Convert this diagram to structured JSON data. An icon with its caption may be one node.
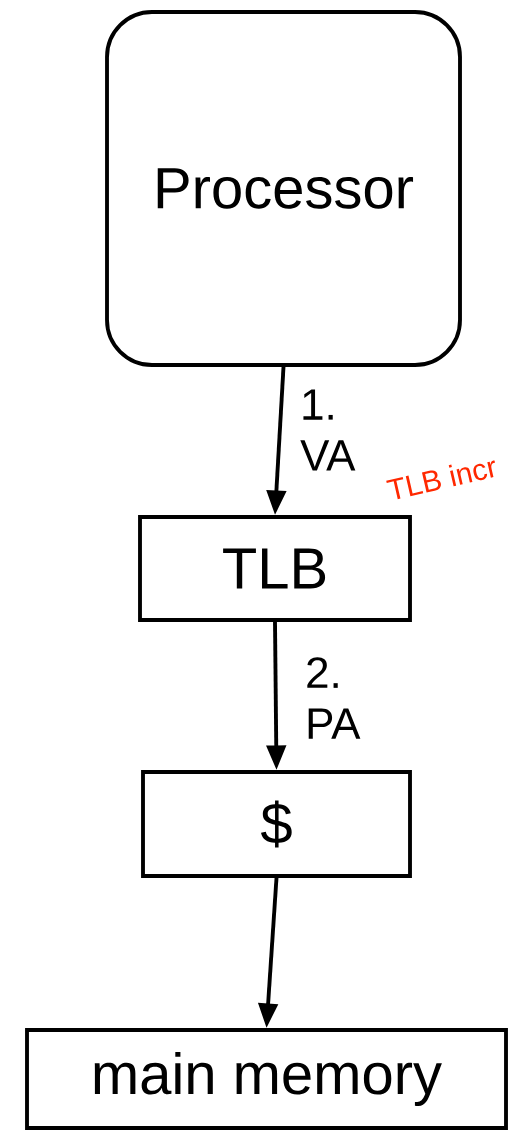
{
  "diagram": {
    "nodes": [
      {
        "text": [
          "Processor"
        ]
      },
      {
        "text": [
          "TLB"
        ]
      },
      {
        "text": [
          "$"
        ]
      },
      {
        "text": [
          "main memory"
        ]
      }
    ],
    "edges": [
      {
        "from": 0,
        "to": 1,
        "arrow": "to",
        "label": "1. VA"
      },
      {
        "from": 1,
        "to": 2,
        "arrow": "to",
        "label": "2. PA"
      },
      {
        "from": 2,
        "to": 3,
        "arrow": "to"
      }
    ],
    "labels": [
      "TLB incr"
    ]
  }
}
